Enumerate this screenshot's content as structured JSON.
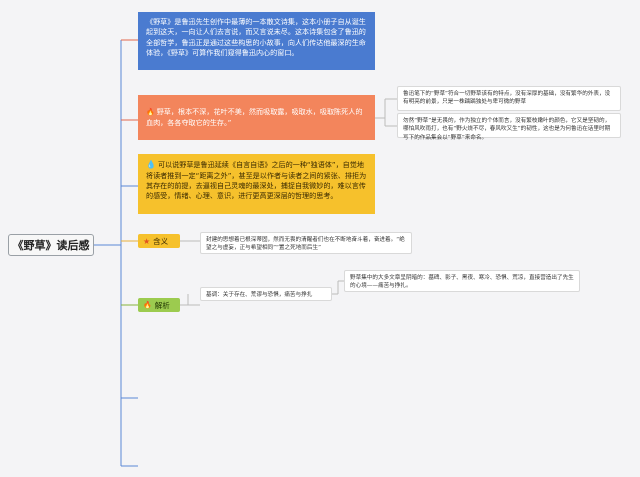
{
  "root": {
    "title": "《野草》读后感"
  },
  "cards": {
    "blue": "《野草》是鲁迅先生创作中最薄的一本散文诗集，这本小册子自从诞生起到这天，一向让人们去言说，而又言说未尽。这本诗集包含了鲁迅的全部哲学，鲁迅正是通过这些构思的小故事，向人们传达他最深的生命体验，《野草》可算作我们窥得鲁迅内心的窗口。",
    "orange": "野草，根本不深，花叶不美，然而吸取露，吸取水，吸取陈死人的血肉，各各夺取它的生存。”",
    "yellow": "可以说野草是鲁迅延续《自言自语》之后的一种“独语体”，自觉地将读者推到一定“距离之外”，甚至是以作者与读者之间的紧张、排拒为其存在的前提，去逼视自己灵魂的最深处，捕捉自我微妙的，难以言传的感受，情绪、心理、意识，进行更高更深层的哲理的思考。"
  },
  "tags": {
    "meaning": "含义",
    "analysis": "解析"
  },
  "notes": {
    "orange_1": "鲁迅笔下的“野草”符合一切野草该有的特点，没有深厚的基础，没有繁华的外表，没有明亮的前景，只是一株踽踽独处与卑可微的野草",
    "orange_2": "勿然“野草”是无畏的，作为独立的个体而言，没有繁枝嫩叶的颜色，它又是坚韧的，哪怕风吹雨打，也有“野火烧不尽，春风吹又生”的韧性，这也是为何鲁迅在话里时期写下的作品集会以“野草”来命名。",
    "meaning": "封建的思想着已根深蒂固，然而无畏的清醒者们也在不断地奋斗着，奋进着。“绝望之与虚妄，正与希望相同”“置之死地而后生”",
    "analysis_basis": "基调：关于存在、荒谬与恐惧，痛苦与挣扎",
    "analysis_detail": "野草集中的大多文章呈阴暗的：墓碑、影子、黑夜、寒冷、恐惧、荒凉，直接营造出了先生的心境——痛苦与挣扎。"
  },
  "icons": {
    "blue_card": "flame-icon",
    "yellow_card": "droplet-icon",
    "meaning_tag": "star-icon",
    "analysis_tag": "flame-icon"
  },
  "colors": {
    "blue": "#4a7bd0",
    "orange": "#f3855c",
    "yellow": "#f6c12c",
    "green": "#9ccb4f",
    "connector": "#5a87d6"
  }
}
